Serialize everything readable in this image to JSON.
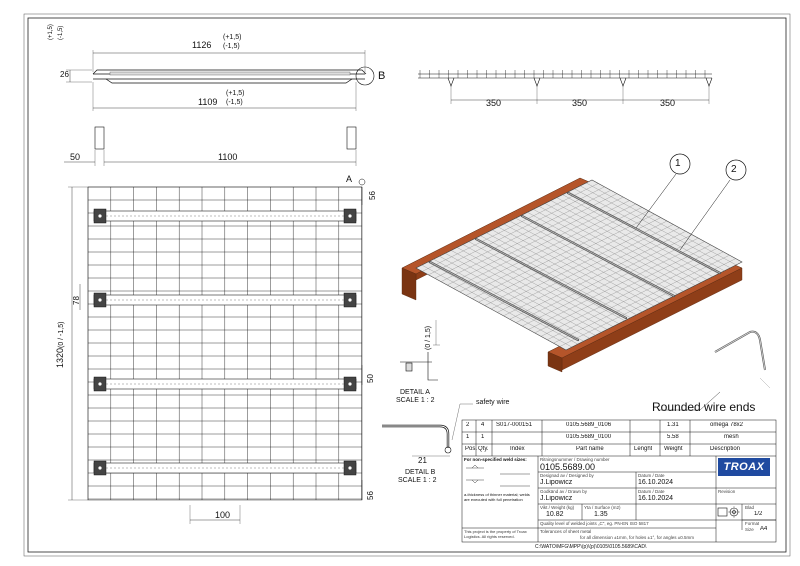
{
  "top_view": {
    "overall_length": "1126",
    "tol_top_plus": "(+1,5)",
    "tol_top_minus": "(-1,5)",
    "height": "26",
    "height_tol_plus": "(+1,5)",
    "height_tol_minus": "(-1,5)",
    "inner_length": "1109",
    "inner_tol_plus": "(+1,5)",
    "inner_tol_minus": "(-1,5)",
    "detail_b_label": "B"
  },
  "side_view": {
    "spacing": [
      "350",
      "350",
      "350"
    ]
  },
  "plan_view": {
    "dim_50": "50",
    "dim_1100": "1100",
    "detail_a_label": "A",
    "dim_56_top": "56",
    "dim_78": "78",
    "dim_1320": "1320",
    "tol_1320": "(0 / -1,5)",
    "dim_50_right": "50",
    "dim_56_bottom": "56",
    "dim_100": "100"
  },
  "iso_view": {
    "balloons": [
      "1",
      "2"
    ],
    "rounded_label": "Rounded wire ends"
  },
  "detail_a": {
    "tolerance": "(0 / 1,5)",
    "title": "DETAIL A",
    "scale": "SCALE 1 : 2"
  },
  "detail_b": {
    "safety_label": "safety wire",
    "dim_21": "21",
    "title": "DETAIL B",
    "scale": "SCALE 1 : 2"
  },
  "bom": {
    "rows": [
      {
        "pos": "2",
        "qty": "4",
        "index": "S017-000151",
        "part": "0105.5689_0106",
        "length": "",
        "weight": "1.31",
        "desc": "omega 78x2"
      },
      {
        "pos": "1",
        "qty": "1",
        "index": "",
        "part": "0105.5689_0100",
        "length": "",
        "weight": "5.58",
        "desc": "mesh"
      }
    ],
    "headers": {
      "pos": "Pos.",
      "qty": "Qty.",
      "index": "Index",
      "part": "Part name",
      "length": "Lenght",
      "weight": "Weight",
      "desc": "Description"
    }
  },
  "title_block": {
    "notes_title": "For non-specified weld sizes:",
    "note_text": "a-thickness of thinner material; welds are executed with full penetration",
    "drawing_number_label": "Ritningsnummer / Drawing number",
    "drawing_number": "0105.5689.00",
    "designed_label": "Designad av / Designed by",
    "designed_by": "J.Lipowicz",
    "date_label_1": "Datum / Date",
    "date_1": "16.10.2024",
    "approved_label": "Godkänd av / Drawn by",
    "approved_by": "J.Lipowicz",
    "date_label_2": "Datum / Date",
    "date_2": "16.10.2024",
    "weight_label": "Vikt / Weight (kg)",
    "weight": "10.82",
    "area_label": "Yta / Surface (m2)",
    "area": "1.35",
    "quality_text": "Quality level of welded joints „C\", eg. PN-EN ISO 5817",
    "general_tol": "Tolerances of sheet metal",
    "tol_values": "for all dimension ±1mm,      for holes ±1°,      for angles ±0.5mm",
    "brand": "TROAX",
    "revision_label": "Revision",
    "sheet_label": "Blad",
    "sheet": "1/2",
    "format_label": "Format",
    "size": "Size",
    "format": "A4",
    "property_note": "This project is the property of Troax Logistics. All rights reserved.",
    "file_path": "C:\\WATO\\MFG\\MPP\\(p)\\(p)\\0105\\0105.5689\\CAD\\"
  }
}
